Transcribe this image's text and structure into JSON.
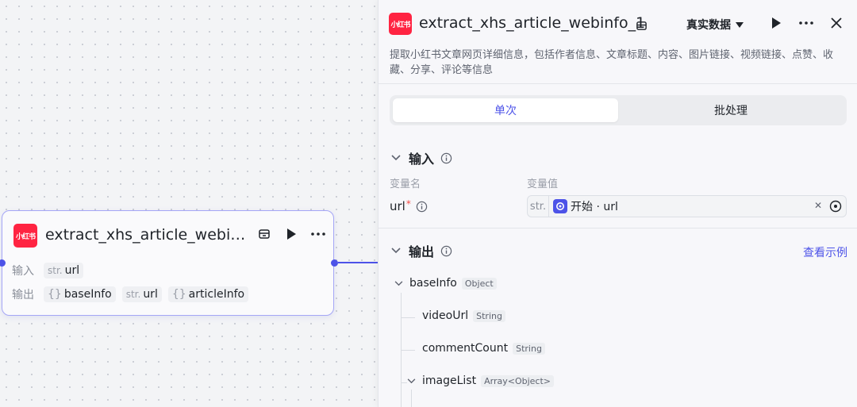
{
  "node": {
    "logo_text": "小红书",
    "title": "extract_xhs_article_webinfo_1",
    "input_label": "输入",
    "output_label": "输出",
    "inputs": [
      {
        "type": "str.",
        "name": "url"
      }
    ],
    "outputs": [
      {
        "type": "{}",
        "name": "baseInfo"
      },
      {
        "type": "str.",
        "name": "url"
      },
      {
        "type": "{}",
        "name": "articleInfo"
      }
    ]
  },
  "panel": {
    "logo_text": "小红书",
    "title": "extract_xhs_article_webinfo_1",
    "data_mode": "真实数据",
    "description": "提取小红书文章网页详细信息，包括作者信息、文章标题、内容、图片链接、视频链接、点赞、收藏、分享、评论等信息",
    "tabs": [
      "单次",
      "批处理"
    ],
    "input_section": {
      "title": "输入",
      "col_name": "变量名",
      "col_value": "变量值",
      "var_name": "url",
      "required_mark": "*",
      "var_type": "str.",
      "ref_text": "开始 · url"
    },
    "output_section": {
      "title": "输出",
      "example_link": "查看示例",
      "tree": [
        {
          "name": "baseInfo",
          "type": "Object"
        },
        {
          "name": "videoUrl",
          "type": "String"
        },
        {
          "name": "commentCount",
          "type": "String"
        },
        {
          "name": "imageList",
          "type": "Array<Object>"
        }
      ]
    }
  },
  "colors": {
    "accent": "#4d53e8",
    "brand": "#ff2442",
    "required": "#f54a45"
  }
}
